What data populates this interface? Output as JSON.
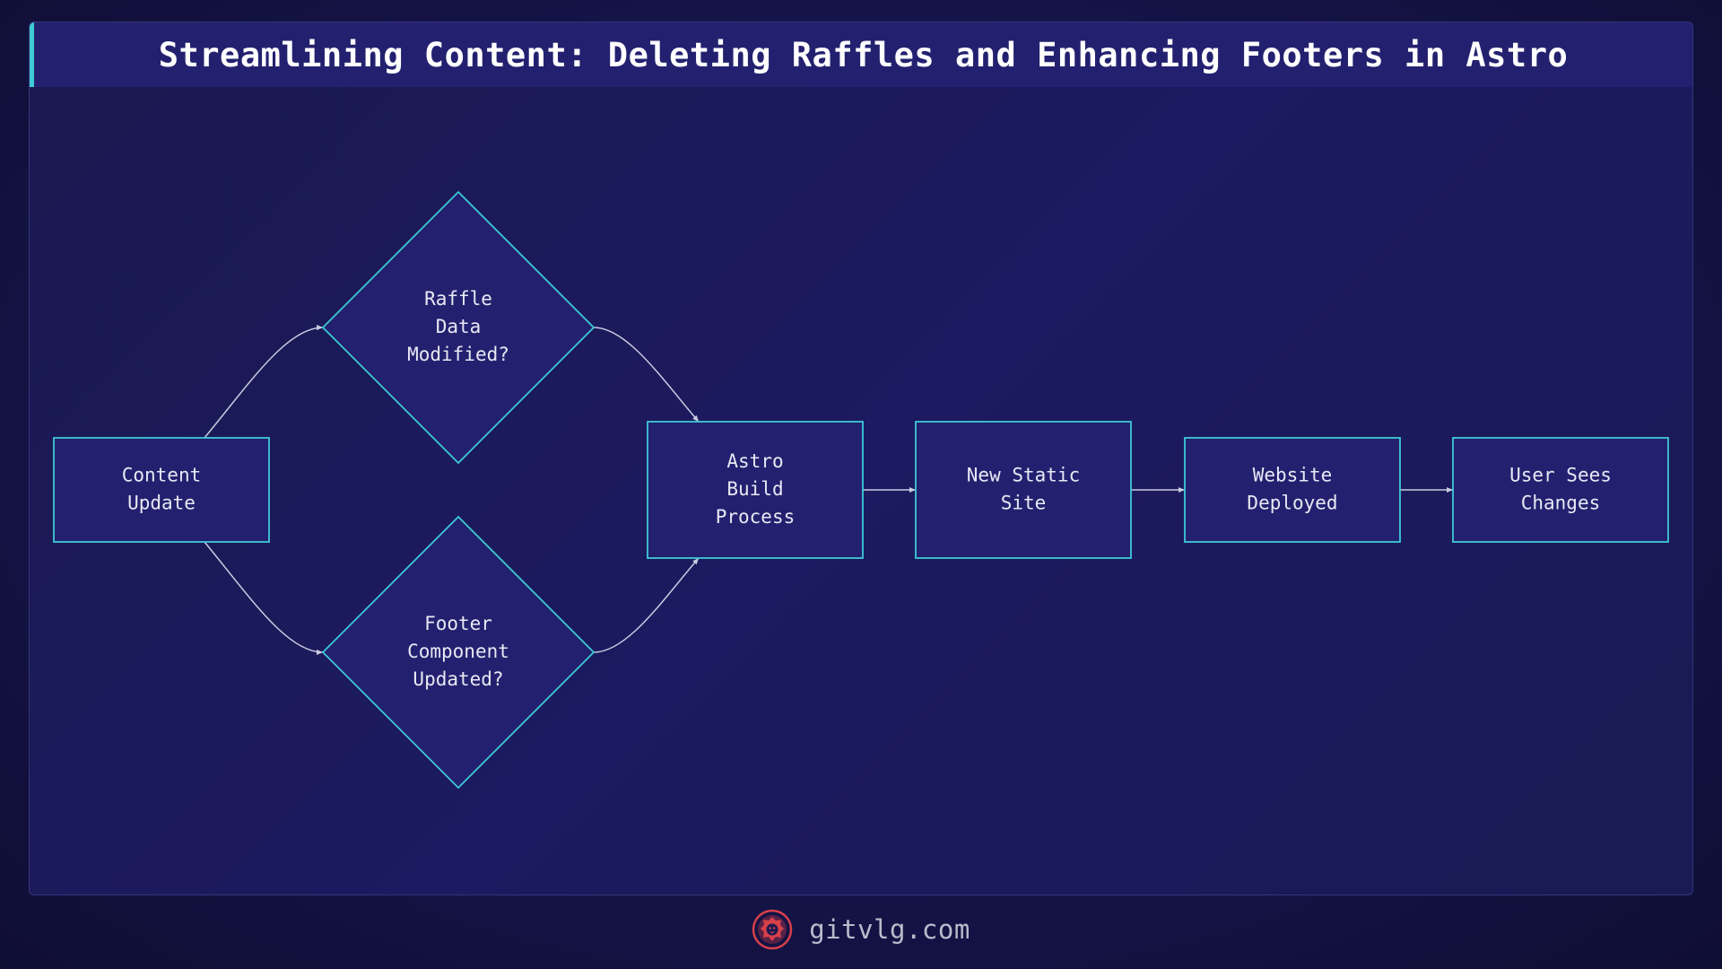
{
  "title": "Streamlining Content: Deleting Raffles and Enhancing Footers in Astro",
  "colors": {
    "node_fill": "#23216f",
    "node_stroke": "#3ec9d6",
    "edge": "#c9cbe0",
    "title_accent": "#3ec9d6",
    "logo": "#d8404a"
  },
  "nodes": {
    "content_update": {
      "shape": "rect",
      "lines": [
        "Content",
        "Update"
      ]
    },
    "raffle_data": {
      "shape": "diamond",
      "lines": [
        "Raffle",
        "Data",
        "Modified?"
      ]
    },
    "footer_component": {
      "shape": "diamond",
      "lines": [
        "Footer",
        "Component",
        "Updated?"
      ]
    },
    "astro_build": {
      "shape": "rect",
      "lines": [
        "Astro",
        "Build",
        "Process"
      ]
    },
    "new_static_site": {
      "shape": "rect",
      "lines": [
        "New Static",
        "Site"
      ]
    },
    "website_deployed": {
      "shape": "rect",
      "lines": [
        "Website",
        "Deployed"
      ]
    },
    "user_sees_changes": {
      "shape": "rect",
      "lines": [
        "User Sees",
        "Changes"
      ]
    }
  },
  "edges": [
    {
      "from": "content_update",
      "to": "raffle_data"
    },
    {
      "from": "content_update",
      "to": "footer_component"
    },
    {
      "from": "raffle_data",
      "to": "astro_build"
    },
    {
      "from": "footer_component",
      "to": "astro_build"
    },
    {
      "from": "astro_build",
      "to": "new_static_site"
    },
    {
      "from": "new_static_site",
      "to": "website_deployed"
    },
    {
      "from": "website_deployed",
      "to": "user_sees_changes"
    }
  ],
  "footer": {
    "logo_icon": "lion-logo-icon",
    "site": "gitvlg.com"
  }
}
